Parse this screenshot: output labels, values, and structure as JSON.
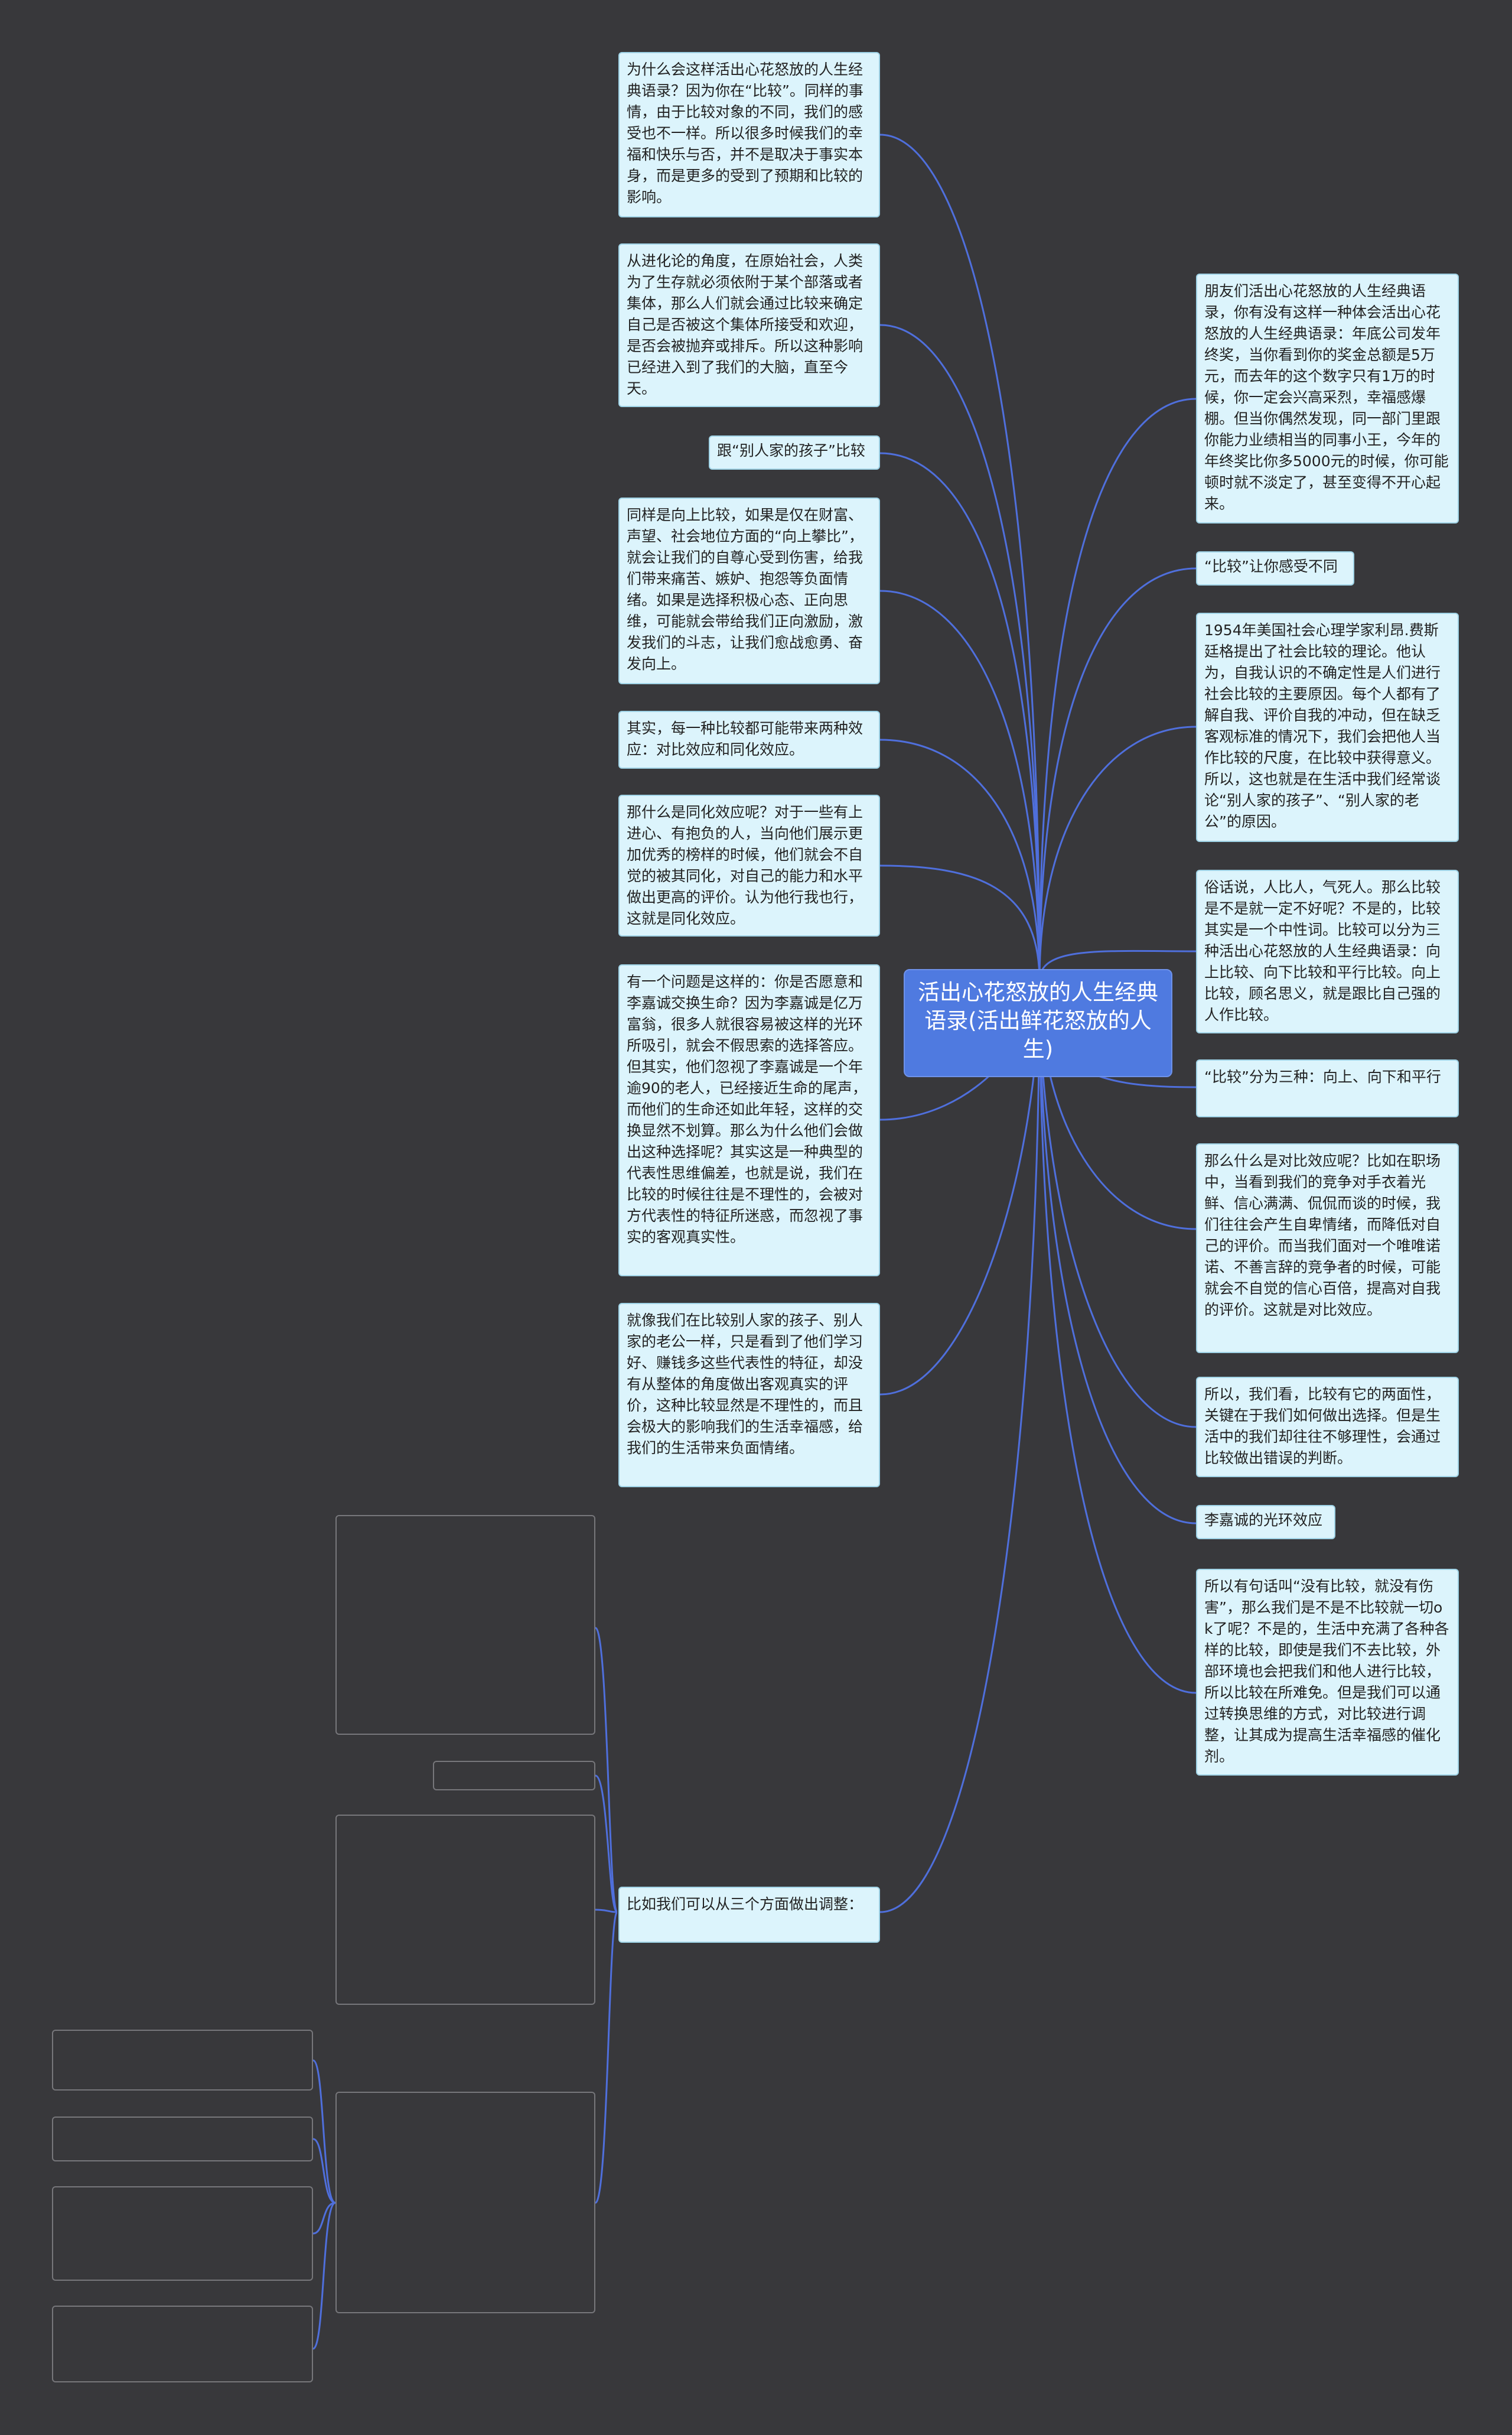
{
  "central": {
    "title": "活出心花怒放的人生经典语录(活出鲜花怒放的人生)"
  },
  "colors": {
    "background": "#38383b",
    "connector": "#4f6fdc",
    "central_fill": "#4f7ae0",
    "node_fill": "#dcf4fc",
    "node_border": "#9fd3e6"
  },
  "left_nodes": [
    "为什么会这样活出心花怒放的人生经典语录？因为你在“比较”。同样的事情，由于比较对象的不同，我们的感受也不一样。所以很多时候我们的幸福和快乐与否，并不是取决于事实本身，而是更多的受到了预期和比较的影响。",
    "从进化论的角度，在原始社会，人类为了生存就必须依附于某个部落或者集体，那么人们就会通过比较来确定自己是否被这个集体所接受和欢迎，是否会被抛弃或排斥。所以这种影响已经进入到了我们的大脑，直至今天。",
    "跟“别人家的孩子”比较",
    "同样是向上比较，如果是仅在财富、声望、社会地位方面的“向上攀比”，就会让我们的自尊心受到伤害，给我们带来痛苦、嫉妒、抱怨等负面情绪。如果是选择积极心态、正向思维，可能就会带给我们正向激励，激发我们的斗志，让我们愈战愈勇、奋发向上。",
    "其实，每一种比较都可能带来两种效应：对比效应和同化效应。",
    "那什么是同化效应呢？对于一些有上进心、有抱负的人，当向他们展示更加优秀的榜样的时候，他们就会不自觉的被其同化，对自己的能力和水平做出更高的评价。认为他行我也行，这就是同化效应。",
    "有一个问题是这样的：你是否愿意和李嘉诚交换生命？因为李嘉诚是亿万富翁，很多人就很容易被这样的光环所吸引，就会不假思索的选择答应。但其实，他们忽视了李嘉诚是一个年逾90的老人，已经接近生命的尾声，而他们的生命还如此年轻，这样的交换显然不划算。那么为什么他们会做出这种选择呢？其实这是一种典型的代表性思维偏差，也就是说，我们在比较的时候往往是不理性的，会被对方代表性的特征所迷惑，而忽视了事实的客观真实性。",
    "就像我们在比较别人家的孩子、别人家的老公一样，只是看到了他们学习好、赚钱多这些代表性的特征，却没有从整体的角度做出客观真实的评价，这种比较显然是不理性的，而且会极大的影响我们的生活幸福感，给我们的生活带来负面情绪。",
    "比如我们可以从三个方面做出调整："
  ],
  "right_nodes": [
    "朋友们活出心花怒放的人生经典语录，你有没有这样一种体会活出心花怒放的人生经典语录：年底公司发年终奖，当你看到你的奖金总额是5万元，而去年的这个数字只有1万的时候，你一定会兴高采烈，幸福感爆棚。但当你偶然发现，同一部门里跟你能力业绩相当的同事小王，今年的年终奖比你多5000元的时候，你可能顿时就不淡定了，甚至变得不开心起来。",
    "“比较”让你感受不同",
    "1954年美国社会心理学家利昂.费斯廷格提出了社会比较的理论。他认为，自我认识的不确定性是人们进行社会比较的主要原因。每个人都有了解自我、评价自我的冲动，但在缺乏客观标准的情况下，我们会把他人当作比较的尺度，在比较中获得意义。所以，这也就是在生活中我们经常谈论“别人家的孩子”、“别人家的老公”的原因。",
    "俗话说，人比人，气死人。那么比较是不是就一定不好呢？不是的，比较其实是一个中性词。比较可以分为三种活出心花怒放的人生经典语录：向上比较、向下比较和平行比较。向上比较，顾名思义，就是跟比自己强的人作比较。",
    "“比较”分为三种：向上、向下和平行",
    "那么什么是对比效应呢？比如在职场中，当看到我们的竞争对手衣着光鲜、信心满满、侃侃而谈的时候，我们往往会产生自卑情绪，而降低对自己的评价。而当我们面对一个唯唯诺诺、不善言辞的竞争者的时候，可能就会不自觉的信心百倍，提高对自我的评价。这就是对比效应。",
    "所以，我们看，比较有它的两面性，关键在于我们如何做出选择。但是生活中的我们却往往不够理性，会通过比较做出错误的判断。",
    "李嘉诚的光环效应",
    "所以有句话叫“没有比较，就没有伤害”，那么我们是不是不比较就一切ok了呢？不是的，生活中充满了各种各样的比较，即使是我们不去比较，外部环境也会把我们和他人进行比较，所以比较在所难免。但是我们可以通过转换思维的方式，对比较进行调整，让其成为提高生活幸福感的催化剂。"
  ]
}
